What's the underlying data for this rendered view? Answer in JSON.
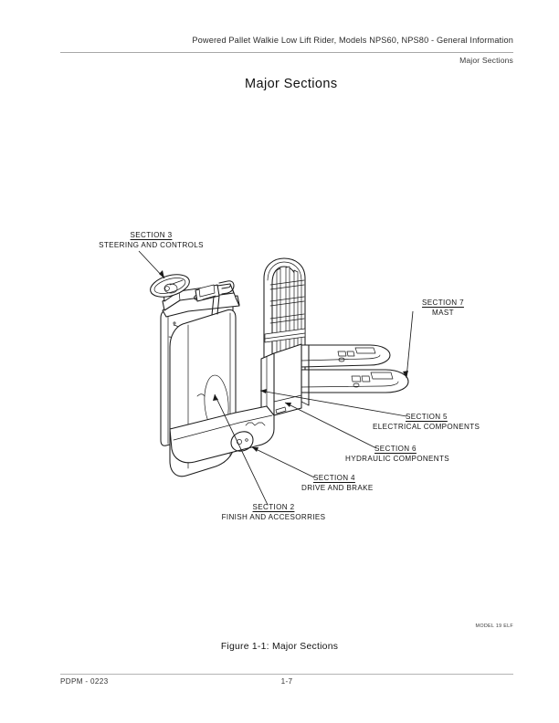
{
  "document": {
    "header_title": "Powered Pallet Walkie Low Lift Rider, Models NPS60, NPS80 - General Information",
    "header_subtitle": "Major Sections",
    "page_title": "Major Sections",
    "figure_caption": "Figure 1-1:  Major Sections",
    "drawing_code": "MODEL 19 ELF",
    "footer_left": "PDPM - 0223",
    "footer_page": "1-7"
  },
  "figure": {
    "subject": "powered-pallet-truck-illustration",
    "callouts": [
      {
        "id": "section3",
        "section": "SECTION 3",
        "description": "STEERING AND CONTROLS"
      },
      {
        "id": "section7",
        "section": "SECTION 7",
        "description": "MAST"
      },
      {
        "id": "section5",
        "section": "SECTION 5",
        "description": "ELECTRICAL COMPONENTS"
      },
      {
        "id": "section6",
        "section": "SECTION 6",
        "description": "HYDRAULIC COMPONENTS"
      },
      {
        "id": "section4",
        "section": "SECTION 4",
        "description": "DRIVE AND BRAKE"
      },
      {
        "id": "section2",
        "section": "SECTION 2",
        "description": "FINISH AND ACCESORRIES"
      }
    ]
  },
  "colors": {
    "ink": "#1a1a1a",
    "rule": "#a8a8a8",
    "paper": "#ffffff"
  }
}
